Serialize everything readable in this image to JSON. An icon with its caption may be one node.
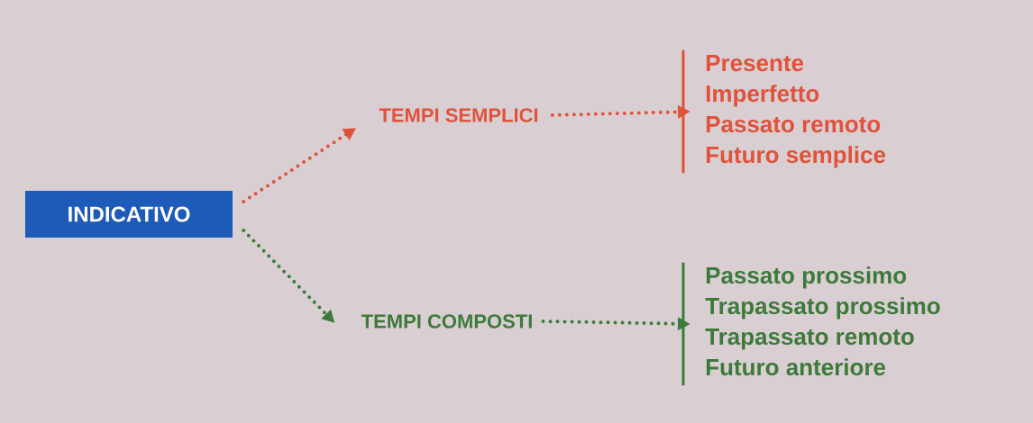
{
  "diagram": {
    "nodes": [
      {
        "text": [
          "INDICATIVO"
        ]
      },
      {
        "text": [
          "TEMPI SEMPLICI"
        ]
      },
      {
        "text": [
          "TEMPI COMPOSTI"
        ]
      },
      {
        "text": [
          "Presente",
          "Imperfetto",
          "Passato remoto",
          "Futuro semplice"
        ]
      },
      {
        "text": [
          "Passato prossimo",
          "Trapassato prossimo",
          "Trapassato remoto",
          "Futuro anteriore"
        ]
      }
    ],
    "edges": [
      {
        "from": 0,
        "to": 1,
        "arrow": "to",
        "color": "#e0523a"
      },
      {
        "from": 1,
        "to": 3,
        "arrow": "to",
        "color": "#e0523a"
      },
      {
        "from": 0,
        "to": 2,
        "arrow": "to",
        "color": "#3d7a3a"
      },
      {
        "from": 2,
        "to": 4,
        "arrow": "to",
        "color": "#3d7a3a"
      }
    ]
  }
}
